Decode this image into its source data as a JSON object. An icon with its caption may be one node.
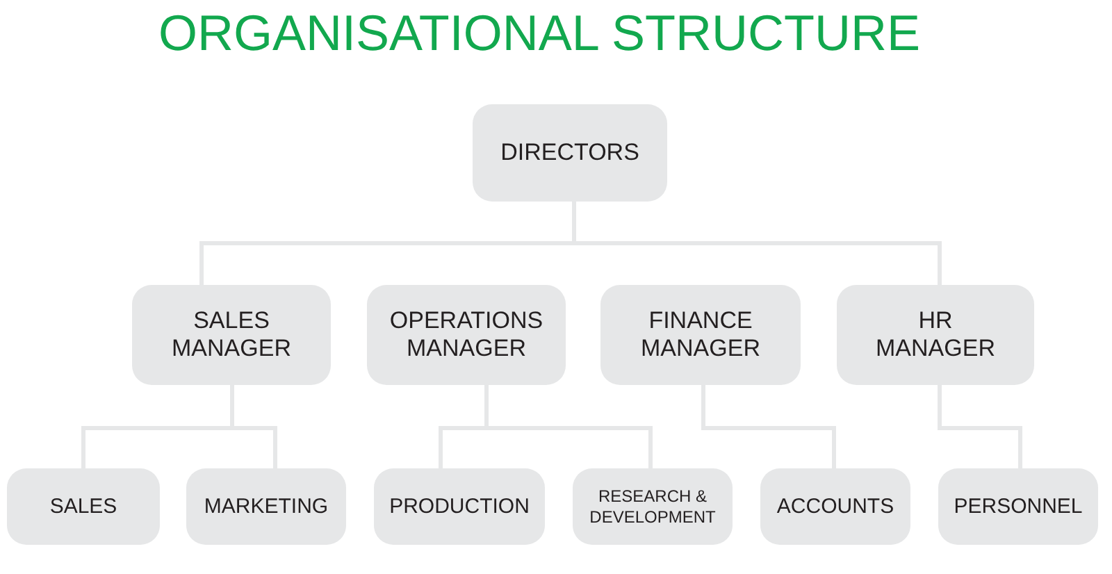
{
  "diagram": {
    "title": "ORGANISATIONAL STRUCTURE",
    "nodes": [
      {
        "text": [
          "DIRECTORS"
        ]
      },
      {
        "text": [
          "SALES MANAGER"
        ]
      },
      {
        "text": [
          "OPERATIONS MANAGER"
        ]
      },
      {
        "text": [
          "FINANCE MANAGER"
        ]
      },
      {
        "text": [
          "HR MANAGER"
        ]
      },
      {
        "text": [
          "SALES"
        ]
      },
      {
        "text": [
          "MARKETING"
        ]
      },
      {
        "text": [
          "PRODUCTION"
        ]
      },
      {
        "text": [
          "RESEARCH & DEVELOPMENT"
        ]
      },
      {
        "text": [
          "ACCOUNTS"
        ]
      },
      {
        "text": [
          "PERSONNEL"
        ]
      }
    ],
    "edges": [
      {
        "from": 0,
        "to": 1,
        "arrow": "none"
      },
      {
        "from": 0,
        "to": 4,
        "arrow": "none"
      },
      {
        "from": 1,
        "to": 5,
        "arrow": "none"
      },
      {
        "from": 1,
        "to": 6,
        "arrow": "none"
      },
      {
        "from": 2,
        "to": 7,
        "arrow": "none"
      },
      {
        "from": 2,
        "to": 8,
        "arrow": "none"
      },
      {
        "from": 3,
        "to": 9,
        "arrow": "none"
      },
      {
        "from": 4,
        "to": 10,
        "arrow": "none"
      }
    ]
  }
}
